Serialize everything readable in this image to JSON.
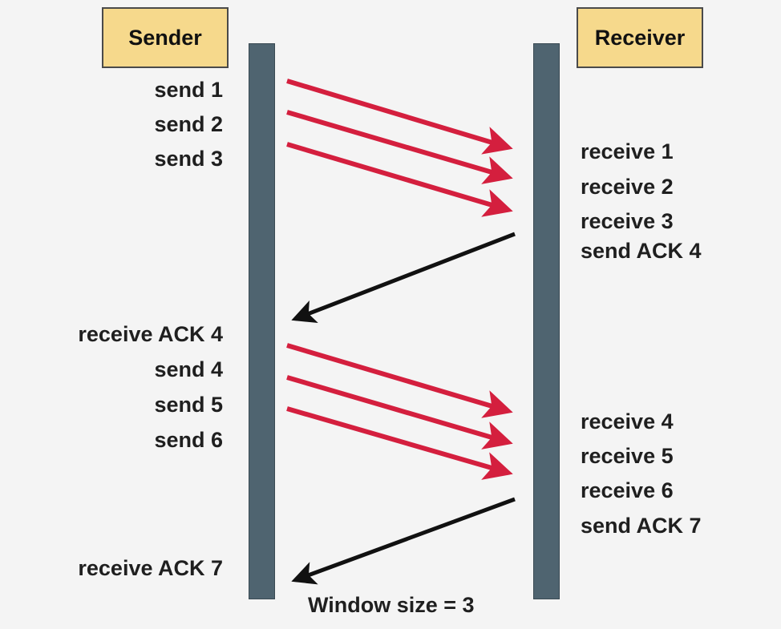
{
  "diagram": {
    "sender_title": "Sender",
    "receiver_title": "Receiver",
    "caption": "Window size = 3",
    "sender_labels": [
      "send 1",
      "send 2",
      "send 3",
      "receive ACK 4",
      "send 4",
      "send 5",
      "send 6",
      "receive ACK 7"
    ],
    "receiver_labels": [
      "receive 1",
      "receive 2",
      "receive 3",
      "send ACK 4",
      "receive 4",
      "receive 5",
      "receive 6",
      "send ACK 7"
    ],
    "colors": {
      "data_arrow": "#d41f3e",
      "ack_arrow": "#111111",
      "lifeline": "#4f6470",
      "box_fill": "#f6d98c"
    }
  }
}
